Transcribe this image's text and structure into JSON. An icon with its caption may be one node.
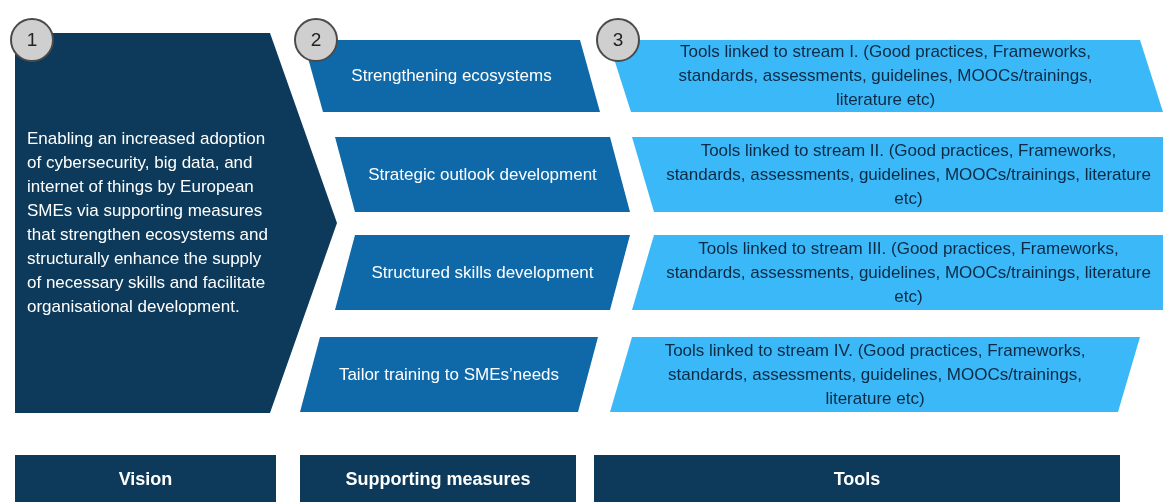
{
  "diagram": {
    "nodes": [
      {
        "text": [
          "Enabling an increased adoption of cybersecurity, big data, and internet of things by European SMEs via supporting measures that strengthen ecosystems and structurally enhance the supply of necessary skills and facilitate organisational development."
        ]
      },
      {
        "text": [
          "Strengthening ecosystems"
        ]
      },
      {
        "text": [
          "Strategic outlook development"
        ]
      },
      {
        "text": [
          "Structured skills development"
        ]
      },
      {
        "text": [
          "Tailor training to SMEs’needs"
        ]
      },
      {
        "text": [
          "Tools linked to stream I. (Good practices, Frameworks, standards, assessments, guidelines, MOOCs/trainings, literature etc)"
        ]
      },
      {
        "text": [
          "Tools linked to stream II. (Good practices, Frameworks, standards, assessments, guidelines, MOOCs/trainings, literature etc)"
        ]
      },
      {
        "text": [
          "Tools linked to stream III. (Good practices, Frameworks, standards, assessments, guidelines, MOOCs/trainings, literature etc)"
        ]
      },
      {
        "text": [
          "Tools linked to stream IV. (Good practices, Frameworks, standards, assessments, guidelines, MOOCs/trainings, literature etc)"
        ]
      },
      {
        "text": [
          "Vision"
        ]
      },
      {
        "text": [
          "Supporting measures"
        ]
      },
      {
        "text": [
          "Tools"
        ]
      }
    ],
    "labels": [
      "1",
      "2",
      "3"
    ]
  }
}
